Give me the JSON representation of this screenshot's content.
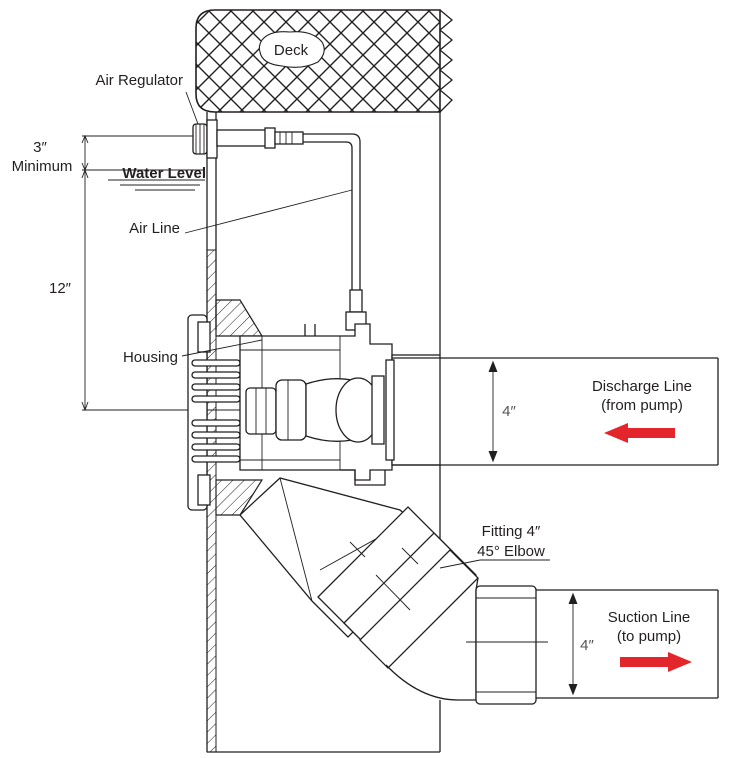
{
  "labels": {
    "deck": "Deck",
    "air_regulator": "Air Regulator",
    "min_value": "3″",
    "min_word": "Minimum",
    "water_level": "Water Level",
    "air_line": "Air Line",
    "depth": "12″",
    "housing": "Housing",
    "discharge_line_1": "Discharge Line",
    "discharge_line_2": "(from pump)",
    "discharge_size": "4″",
    "fitting_1": "Fitting 4″",
    "fitting_2": "45° Elbow",
    "suction_line_1": "Suction Line",
    "suction_line_2": "(to pump)",
    "suction_size": "4″"
  },
  "colors": {
    "line": "#231f20",
    "arrow": "#e3262b"
  },
  "icons": {
    "discharge_arrow": "left-arrow-icon",
    "suction_arrow": "right-arrow-icon"
  }
}
